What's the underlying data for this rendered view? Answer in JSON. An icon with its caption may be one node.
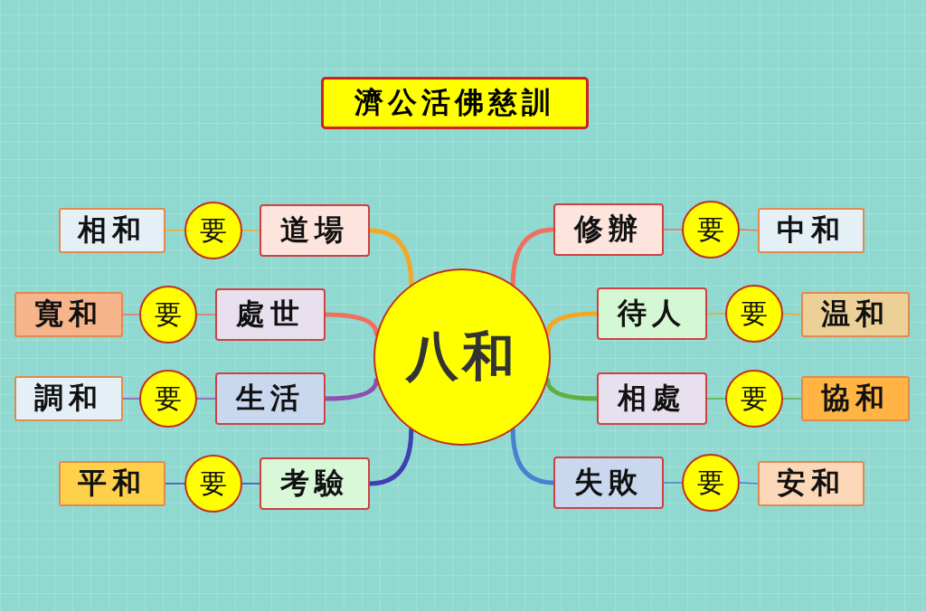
{
  "diagram": {
    "title": "濟公活佛慈訓",
    "nodes": [
      {
        "text": [
          "八和"
        ]
      },
      {
        "text": [
          "道場"
        ]
      },
      {
        "text": [
          "要"
        ]
      },
      {
        "text": [
          "相和"
        ]
      },
      {
        "text": [
          "處世"
        ]
      },
      {
        "text": [
          "要"
        ]
      },
      {
        "text": [
          "寬和"
        ]
      },
      {
        "text": [
          "生活"
        ]
      },
      {
        "text": [
          "要"
        ]
      },
      {
        "text": [
          "調和"
        ]
      },
      {
        "text": [
          "考驗"
        ]
      },
      {
        "text": [
          "要"
        ]
      },
      {
        "text": [
          "平和"
        ]
      },
      {
        "text": [
          "修辦"
        ]
      },
      {
        "text": [
          "要"
        ]
      },
      {
        "text": [
          "中和"
        ]
      },
      {
        "text": [
          "待人"
        ]
      },
      {
        "text": [
          "要"
        ]
      },
      {
        "text": [
          "温和"
        ]
      },
      {
        "text": [
          "相處"
        ]
      },
      {
        "text": [
          "要"
        ]
      },
      {
        "text": [
          "協和"
        ]
      },
      {
        "text": [
          "失敗"
        ]
      },
      {
        "text": [
          "要"
        ]
      },
      {
        "text": [
          "安和"
        ]
      }
    ],
    "edges": [
      {
        "from": 0,
        "to": 1,
        "arrow": "none",
        "style": "thick",
        "color": "#f5a623"
      },
      {
        "from": 1,
        "to": 2,
        "arrow": "none",
        "color": "#f5a623"
      },
      {
        "from": 2,
        "to": 3,
        "arrow": "none",
        "color": "#f5a623"
      },
      {
        "from": 0,
        "to": 4,
        "arrow": "none",
        "style": "thick",
        "color": "#f07060"
      },
      {
        "from": 4,
        "to": 5,
        "arrow": "none",
        "color": "#f07060"
      },
      {
        "from": 5,
        "to": 6,
        "arrow": "none",
        "color": "#f07060"
      },
      {
        "from": 0,
        "to": 7,
        "arrow": "none",
        "style": "thick",
        "color": "#9050b0"
      },
      {
        "from": 7,
        "to": 8,
        "arrow": "none",
        "color": "#9050b0"
      },
      {
        "from": 8,
        "to": 9,
        "arrow": "none",
        "color": "#9050b0"
      },
      {
        "from": 0,
        "to": 10,
        "arrow": "none",
        "style": "thick",
        "color": "#4040b0"
      },
      {
        "from": 10,
        "to": 11,
        "arrow": "none",
        "color": "#4040b0"
      },
      {
        "from": 11,
        "to": 12,
        "arrow": "none",
        "color": "#4040b0"
      },
      {
        "from": 0,
        "to": 13,
        "arrow": "none",
        "style": "thick",
        "color": "#f07060"
      },
      {
        "from": 13,
        "to": 14,
        "arrow": "none",
        "color": "#f07060"
      },
      {
        "from": 14,
        "to": 15,
        "arrow": "none",
        "color": "#f07060"
      },
      {
        "from": 0,
        "to": 16,
        "arrow": "none",
        "style": "thick",
        "color": "#f5a623"
      },
      {
        "from": 16,
        "to": 17,
        "arrow": "none",
        "color": "#f5a623"
      },
      {
        "from": 17,
        "to": 18,
        "arrow": "none",
        "color": "#f5a623"
      },
      {
        "from": 0,
        "to": 19,
        "arrow": "none",
        "style": "thick",
        "color": "#60b040"
      },
      {
        "from": 19,
        "to": 20,
        "arrow": "none",
        "color": "#60b040"
      },
      {
        "from": 20,
        "to": 21,
        "arrow": "none",
        "color": "#60b040"
      },
      {
        "from": 0,
        "to": 22,
        "arrow": "none",
        "style": "thick",
        "color": "#4a80d0"
      },
      {
        "from": 22,
        "to": 23,
        "arrow": "none",
        "color": "#4a80d0"
      },
      {
        "from": 23,
        "to": 24,
        "arrow": "none",
        "color": "#4a80d0"
      }
    ]
  }
}
